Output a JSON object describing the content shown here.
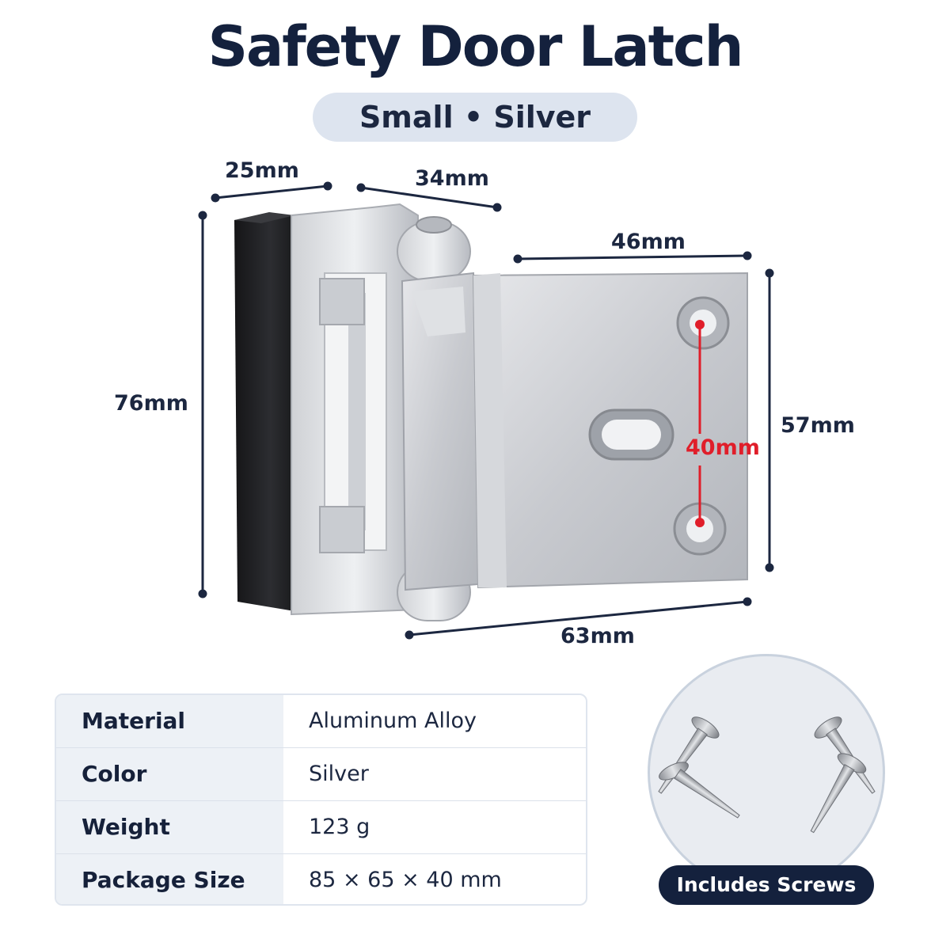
{
  "header": {
    "title": "Safety Door Latch",
    "variant": "Small • Silver"
  },
  "dimensions": {
    "top_left_width": "25mm",
    "top_mid_width": "34mm",
    "plate_width": "46mm",
    "total_height": "76mm",
    "plate_height": "57mm",
    "hole_spacing": "40mm",
    "total_length": "63mm"
  },
  "specs": [
    {
      "label": "Material",
      "value": "Aluminum Alloy"
    },
    {
      "label": "Color",
      "value": "Silver"
    },
    {
      "label": "Weight",
      "value": "123 g"
    },
    {
      "label": "Package Size",
      "value": "85 × 65 × 40 mm"
    }
  ],
  "accessory": {
    "badge": "Includes Screws"
  },
  "colors": {
    "navy": "#14213d",
    "accent_red": "#e01e2a",
    "pill_bg": "#dde4ef"
  }
}
